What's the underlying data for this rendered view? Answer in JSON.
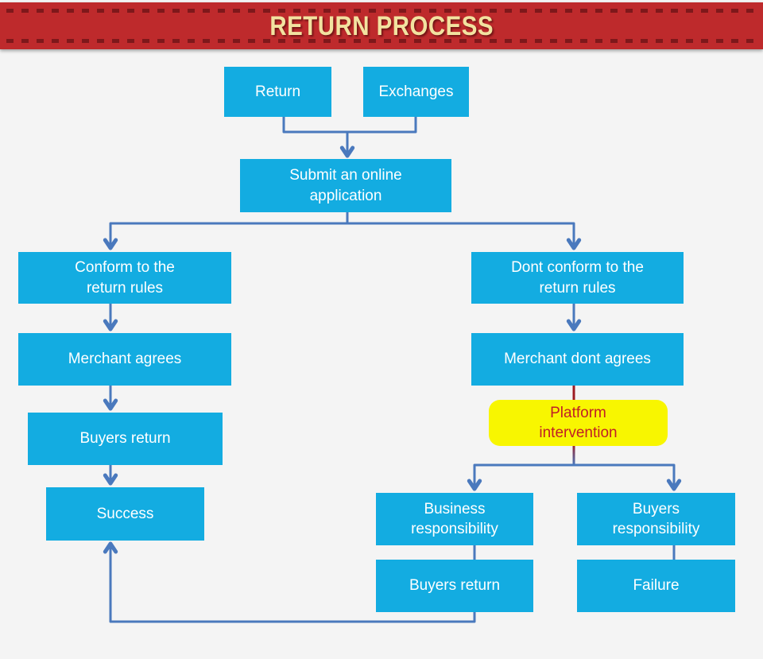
{
  "banner": {
    "title": "RETURN PROCESS"
  },
  "nodes": {
    "return": {
      "label": "Return"
    },
    "exchanges": {
      "label": "Exchanges"
    },
    "submit": {
      "label": "Submit an online application"
    },
    "conform": {
      "label": "Conform to the return rules"
    },
    "dont_conform": {
      "label": "Dont conform to the return rules"
    },
    "merchant_agrees": {
      "label": "Merchant agrees"
    },
    "merchant_dont_agrees": {
      "label": "Merchant dont agrees"
    },
    "buyers_return_left": {
      "label": "Buyers return"
    },
    "platform_intervention": {
      "label": "Platform intervention"
    },
    "success": {
      "label": "Success"
    },
    "business_responsibility": {
      "label": "Business responsibility"
    },
    "buyers_responsibility": {
      "label": "Buyers responsibility"
    },
    "buyers_return_right": {
      "label": "Buyers return"
    },
    "failure": {
      "label": "Failure"
    }
  },
  "colors": {
    "banner_bg": "#BE2A2C",
    "banner_dash": "#7E181B",
    "banner_text": "#F2E2A0",
    "node_fill": "#13ACE1",
    "node_text": "#FFFFFF",
    "highlight_fill": "#F8F600",
    "highlight_text": "#C01F26",
    "connector": "#4A79BD",
    "connector_alert": "#9D1B22",
    "background": "#F4F4F4"
  }
}
